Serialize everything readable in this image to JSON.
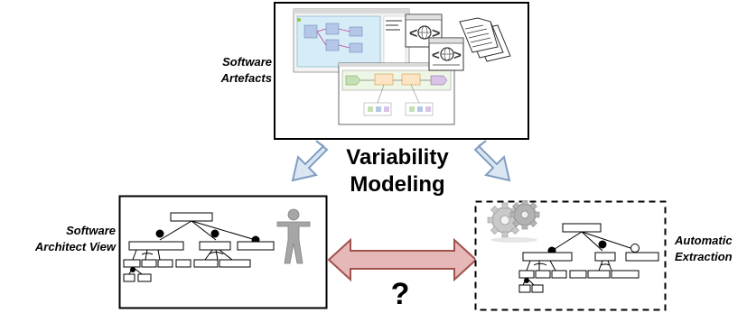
{
  "top_box": {
    "label_line1": "Software",
    "label_line2": "Artefacts"
  },
  "center": {
    "title_line1": "Variability",
    "title_line2": "Modeling",
    "question_mark": "?"
  },
  "left_box": {
    "label_line1": "Software",
    "label_line2": "Architect View"
  },
  "right_box": {
    "label_line1": "Automatic",
    "label_line2": "Extraction"
  },
  "colors": {
    "arrow_blue_fill": "#dce6f2",
    "arrow_blue_stroke": "#7f9ec2",
    "double_arrow_fill": "#e6b8b7",
    "double_arrow_stroke": "#a0524d",
    "person_fill": "#a6a6a6",
    "gear_fill": "#bfbfbf"
  }
}
